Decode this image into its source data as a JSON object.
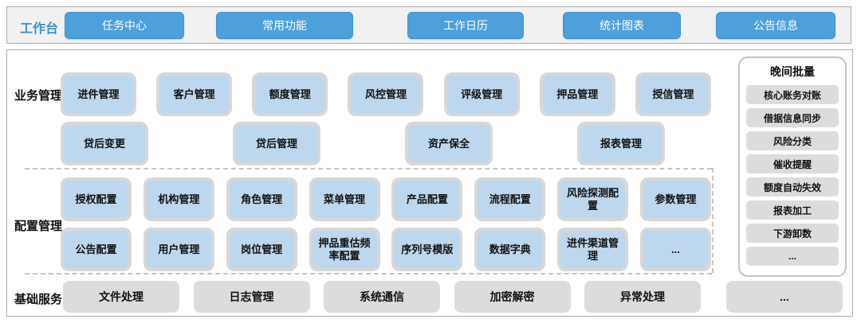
{
  "topbar": {
    "label": "工作台",
    "buttons": [
      "任务中心",
      "常用功能",
      "工作日历",
      "统计图表",
      "公告信息"
    ]
  },
  "business": {
    "label": "业务管理",
    "row1": [
      "进件管理",
      "客户管理",
      "额度管理",
      "风控管理",
      "评级管理",
      "押品管理",
      "授信管理"
    ],
    "row2": [
      "贷后变更",
      "贷后管理",
      "资产保全",
      "报表管理"
    ]
  },
  "config": {
    "label": "配置管理",
    "row1": [
      "授权配置",
      "机构管理",
      "角色管理",
      "菜单管理",
      "产品配置",
      "流程配置",
      "风险探测配置",
      "参数管理"
    ],
    "row2": [
      "公告配置",
      "用户管理",
      "岗位管理",
      "押品重估频率配置",
      "序列号模版",
      "数据字典",
      "进件渠道管理",
      "..."
    ]
  },
  "base": {
    "label": "基础服务",
    "items": [
      "文件处理",
      "日志管理",
      "系统通信",
      "加密解密",
      "异常处理"
    ],
    "more": "..."
  },
  "night_batch": {
    "title": "晚间批量",
    "items": [
      "核心账务对账",
      "借据信息同步",
      "风险分类",
      "催收提醒",
      "额度自动失效",
      "报表加工",
      "下游卸数",
      "..."
    ]
  },
  "colors": {
    "accent_blue": "#4DA0D9",
    "light_blue_box": "#BDD7EE",
    "box_border_gray": "#D7D7D7",
    "gray_box": "#DCDCDC",
    "topbar_label_blue": "#3E8ECB"
  }
}
